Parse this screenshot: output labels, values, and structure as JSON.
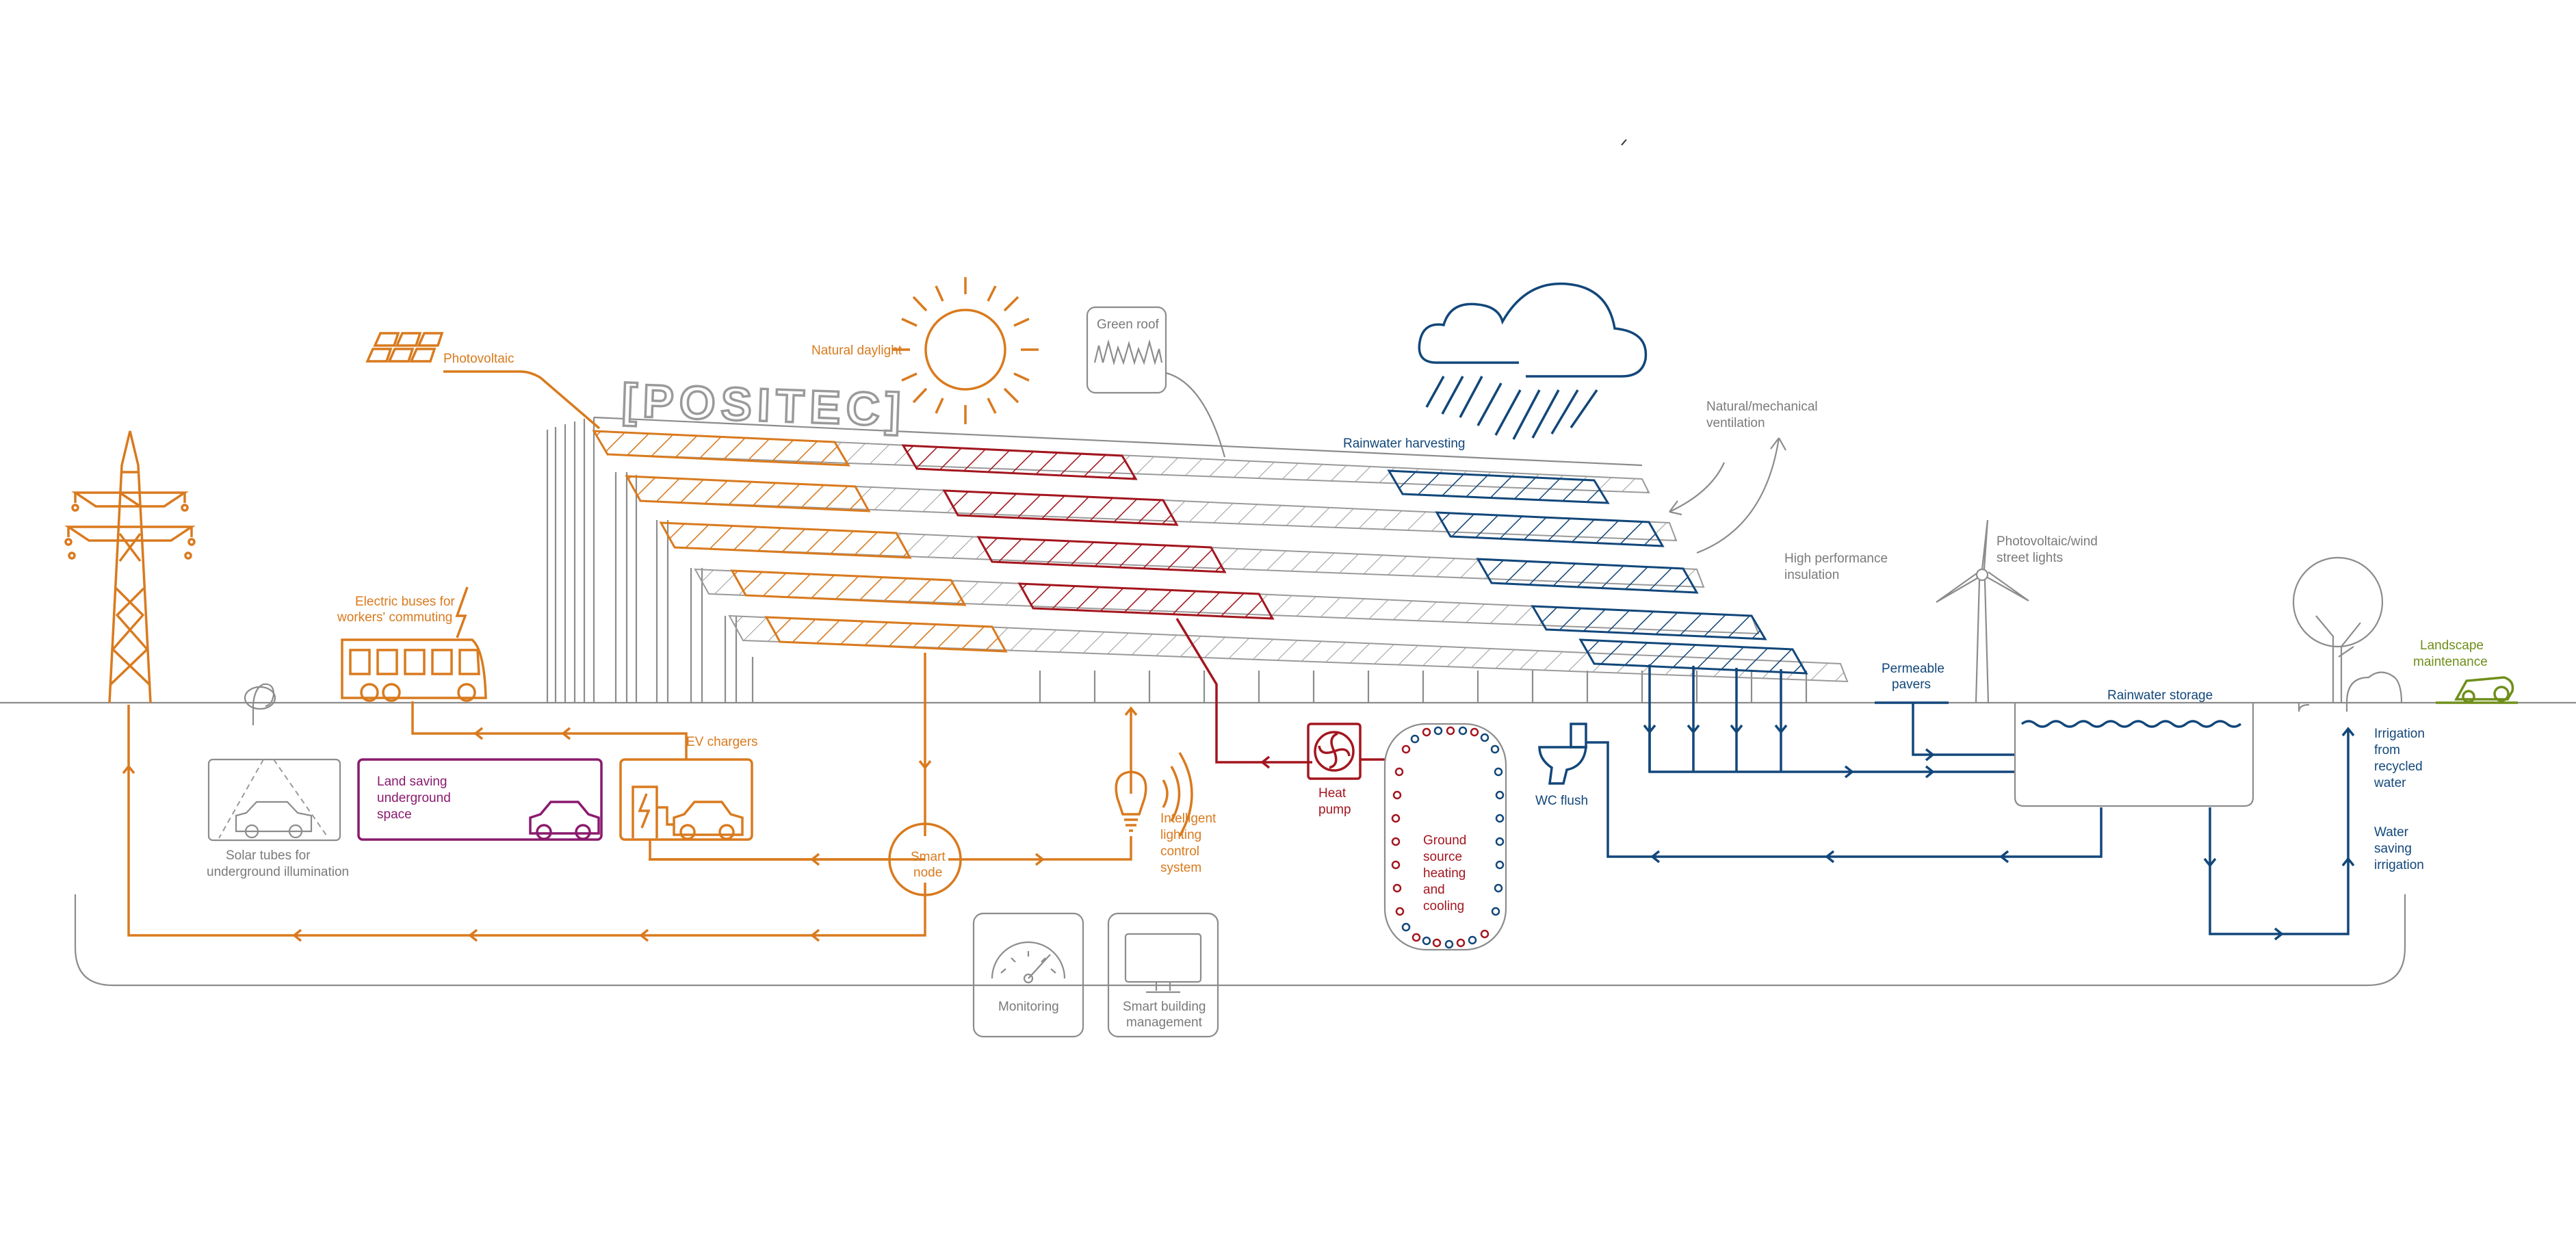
{
  "labels": {
    "photovoltaic": "Photovoltaic",
    "natural_daylight": "Natural daylight",
    "green_roof": "Green roof",
    "rainwater_harvesting": "Rainwater harvesting",
    "ventilation_l1": "Natural/mechanical",
    "ventilation_l2": "ventilation",
    "insulation_l1": "High performance",
    "insulation_l2": "insulation",
    "pv_wind_l1": "Photovoltaic/wind",
    "pv_wind_l2": "street lights",
    "landscape_l1": "Landscape",
    "landscape_l2": "maintenance",
    "permeable_l1": "Permeable",
    "permeable_l2": "pavers",
    "rainwater_storage": "Rainwater storage",
    "electric_buses_l1": "Electric buses for",
    "electric_buses_l2": "workers' commuting",
    "ev_chargers": "EV chargers",
    "land_saving_l1": "Land saving",
    "land_saving_l2": "underground",
    "land_saving_l3": "space",
    "solar_tubes_l1": "Solar tubes for",
    "solar_tubes_l2": "underground illumination",
    "smart_node_l1": "Smart",
    "smart_node_l2": "node",
    "lighting_l1": "Intelligent",
    "lighting_l2": "lighting",
    "lighting_l3": "control",
    "lighting_l4": "system",
    "heat_pump_l1": "Heat",
    "heat_pump_l2": "pump",
    "ground_l1": "Ground",
    "ground_l2": "source",
    "ground_l3": "heating",
    "ground_l4": "and",
    "ground_l5": "cooling",
    "wc_flush": "WC flush",
    "irrigation_l1": "Irrigation",
    "irrigation_l2": "from",
    "irrigation_l3": "recycled",
    "irrigation_l4": "water",
    "water_saving_l1": "Water",
    "water_saving_l2": "saving",
    "water_saving_l3": "irrigation",
    "monitoring": "Monitoring",
    "smart_bms_l1": "Smart building",
    "smart_bms_l2": "management",
    "logo": "[POSITEC]"
  },
  "icons": {
    "sun": "sun-icon",
    "cloud": "rain-cloud-icon",
    "pylon": "power-pylon-icon",
    "bus": "electric-bus-icon",
    "car": "car-icon",
    "wind_turbine": "wind-turbine-icon",
    "tree": "tree-icon",
    "mower": "robot-mower-icon",
    "toilet": "toilet-icon",
    "fan": "heat-pump-fan-icon",
    "bulb": "light-bulb-icon",
    "gauge": "gauge-icon",
    "monitor": "monitor-icon",
    "solar_panel": "solar-panel-icon"
  },
  "colors": {
    "energy": "#d97a1e",
    "heat": "#a3161f",
    "water": "#12477a",
    "structure": "#8c8c8c",
    "space": "#8a1a6e",
    "landscape": "#6f8e1a"
  }
}
